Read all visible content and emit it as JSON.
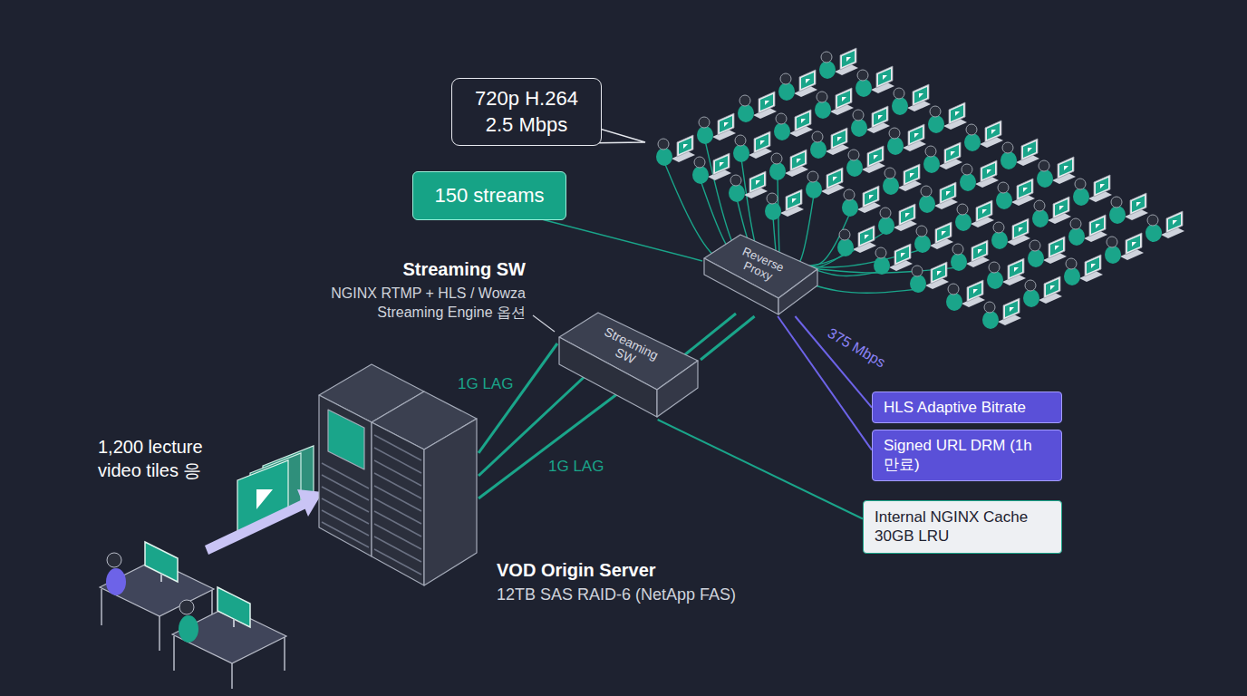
{
  "diagram": {
    "nodes": [
      {
        "text": [
          "720p H.264 2.5 Mbps"
        ]
      },
      {
        "text": [
          "150 streams"
        ]
      },
      {
        "text": [
          "Reverse Proxy"
        ]
      },
      {
        "text": [
          "Streaming SW"
        ]
      },
      {
        "text": [
          "HLS Adaptive Bitrate"
        ]
      },
      {
        "text": [
          "Signed URL DRM (1h 만료)"
        ]
      },
      {
        "text": [
          "Internal NGINX Cache 30GB LRU"
        ]
      },
      {
        "text": [
          "VOD Origin Server",
          "12TB SAS RAID-6 (NetApp FAS)"
        ]
      }
    ],
    "edges": [
      {
        "from": 7,
        "to": 3,
        "arrow": "none"
      },
      {
        "from": 3,
        "to": 2,
        "arrow": "none"
      },
      {
        "from": 1,
        "to": 2,
        "arrow": "none"
      },
      {
        "from": 2,
        "to": 4,
        "arrow": "none"
      },
      {
        "from": 2,
        "to": 5,
        "arrow": "none"
      },
      {
        "from": 3,
        "to": 6,
        "arrow": "none"
      }
    ],
    "labels": [
      "Streaming SW",
      "NGINX RTMP + HLS / Wowza Streaming Engine 옵션",
      "1G LAG",
      "1G LAG",
      "375 Mbps",
      "1,200 lecture video tiles 응"
    ]
  }
}
